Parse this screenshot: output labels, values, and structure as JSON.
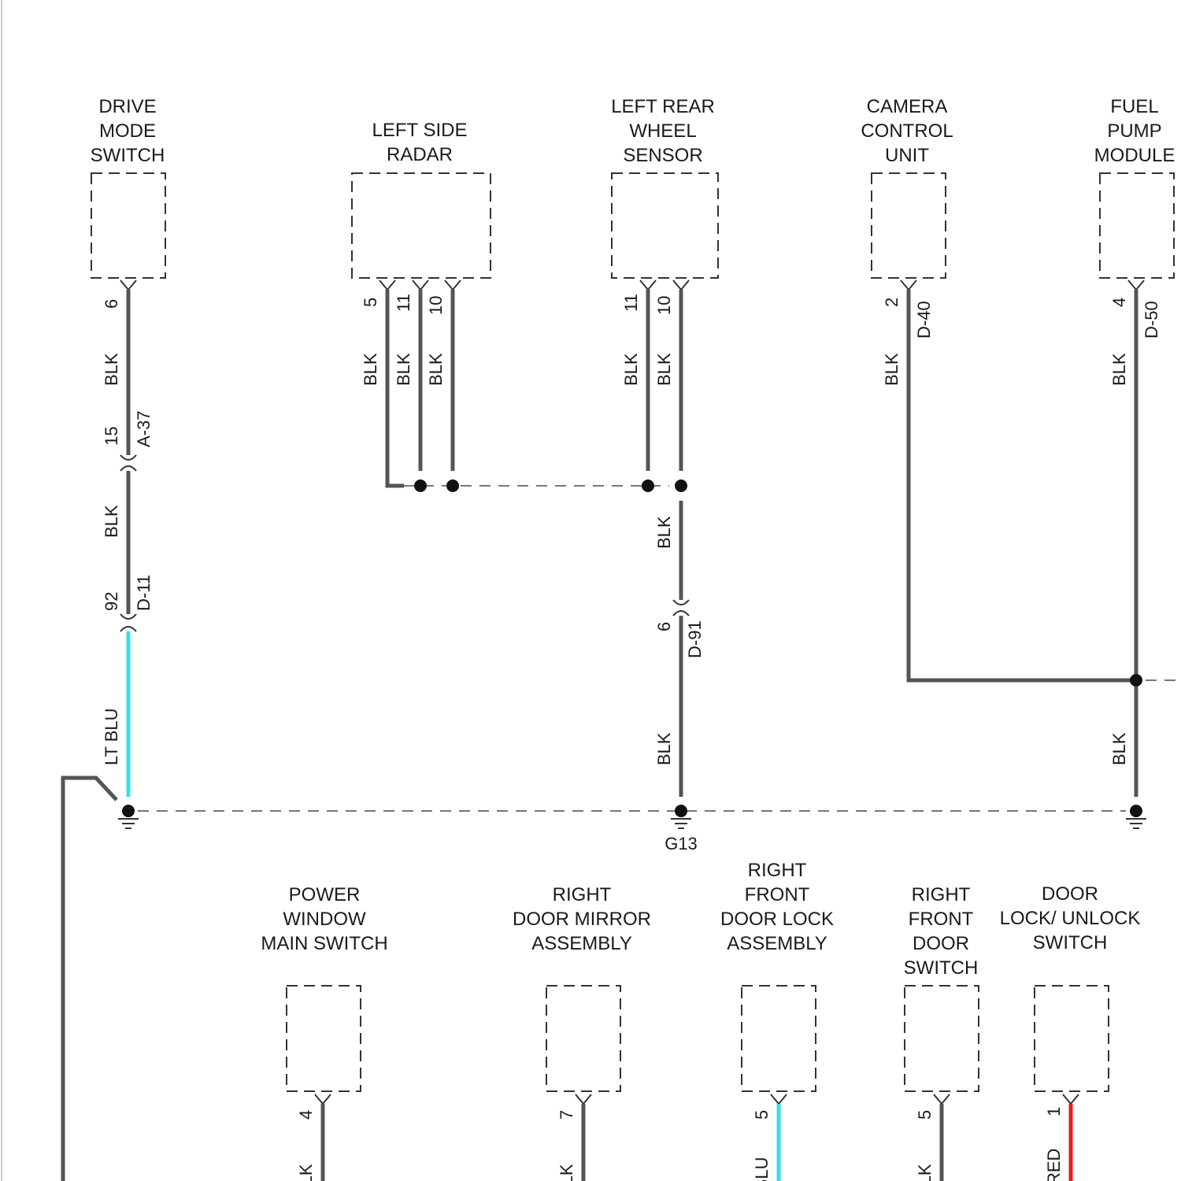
{
  "colors": {
    "wire_gray": "#555555",
    "lt_blu": "#33e0e8",
    "red": "#e02020"
  },
  "components": {
    "drive_mode_switch": [
      "DRIVE",
      "MODE",
      "SWITCH"
    ],
    "left_side_radar": [
      "LEFT SIDE",
      "RADAR"
    ],
    "left_rear_wheel_sensor": [
      "LEFT REAR",
      "WHEEL",
      "SENSOR"
    ],
    "camera_control_unit": [
      "CAMERA",
      "CONTROL",
      "UNIT"
    ],
    "fuel_pump_module": [
      "FUEL",
      "PUMP",
      "MODULE"
    ],
    "power_window_main_switch": [
      "POWER",
      "WINDOW",
      "MAIN SWITCH"
    ],
    "right_door_mirror_assembly": [
      "RIGHT",
      "DOOR MIRROR",
      "ASSEMBLY"
    ],
    "right_front_door_lock_assembly": [
      "RIGHT",
      "FRONT",
      "DOOR LOCK",
      "ASSEMBLY"
    ],
    "right_front_door_switch": [
      "RIGHT",
      "FRONT",
      "DOOR",
      "SWITCH"
    ],
    "door_lock_unlock_switch": [
      "DOOR",
      "LOCK/ UNLOCK",
      "SWITCH"
    ]
  },
  "pins": {
    "drive_mode_6": "6",
    "radar_5": "5",
    "radar_11": "11",
    "radar_10": "10",
    "wheel_11": "11",
    "wheel_10": "10",
    "camera_2": "2",
    "fuel_4": "4",
    "a37_pin": "15",
    "d11_pin": "92",
    "d91_pin": "6",
    "pw_4": "4",
    "mirror_7": "7",
    "lock_5": "5",
    "dswitch_5": "5",
    "dlock_1": "1"
  },
  "connectors": {
    "a37": "A-37",
    "d11": "D-11",
    "d91": "D-91",
    "d40": "D-40",
    "d50": "D-50"
  },
  "wires": {
    "blk": "BLK",
    "lt_blu": "LT BLU",
    "red": "RED"
  },
  "ground": {
    "g13": "G13"
  }
}
